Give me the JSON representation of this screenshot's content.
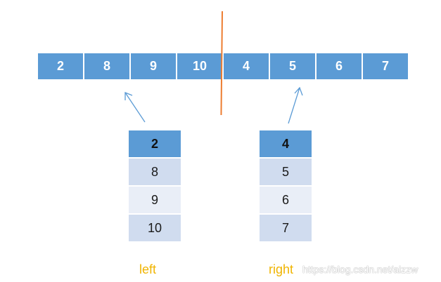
{
  "merged_array": {
    "values": [
      "2",
      "8",
      "9",
      "10",
      "4",
      "5",
      "6",
      "7"
    ]
  },
  "left_column": {
    "values": [
      "2",
      "8",
      "9",
      "10"
    ],
    "label": "left"
  },
  "right_column": {
    "values": [
      "4",
      "5",
      "6",
      "7"
    ],
    "label": "right"
  },
  "colors": {
    "primary_blue": "#5b9bd5",
    "row_light_1": "#d0dcef",
    "row_light_2": "#e9eef7",
    "split_line": "#ed7d31",
    "label_gold": "#f0b400",
    "arrow": "#5b9bd5"
  },
  "watermark": "https://blog.csdn.net/aizzw"
}
